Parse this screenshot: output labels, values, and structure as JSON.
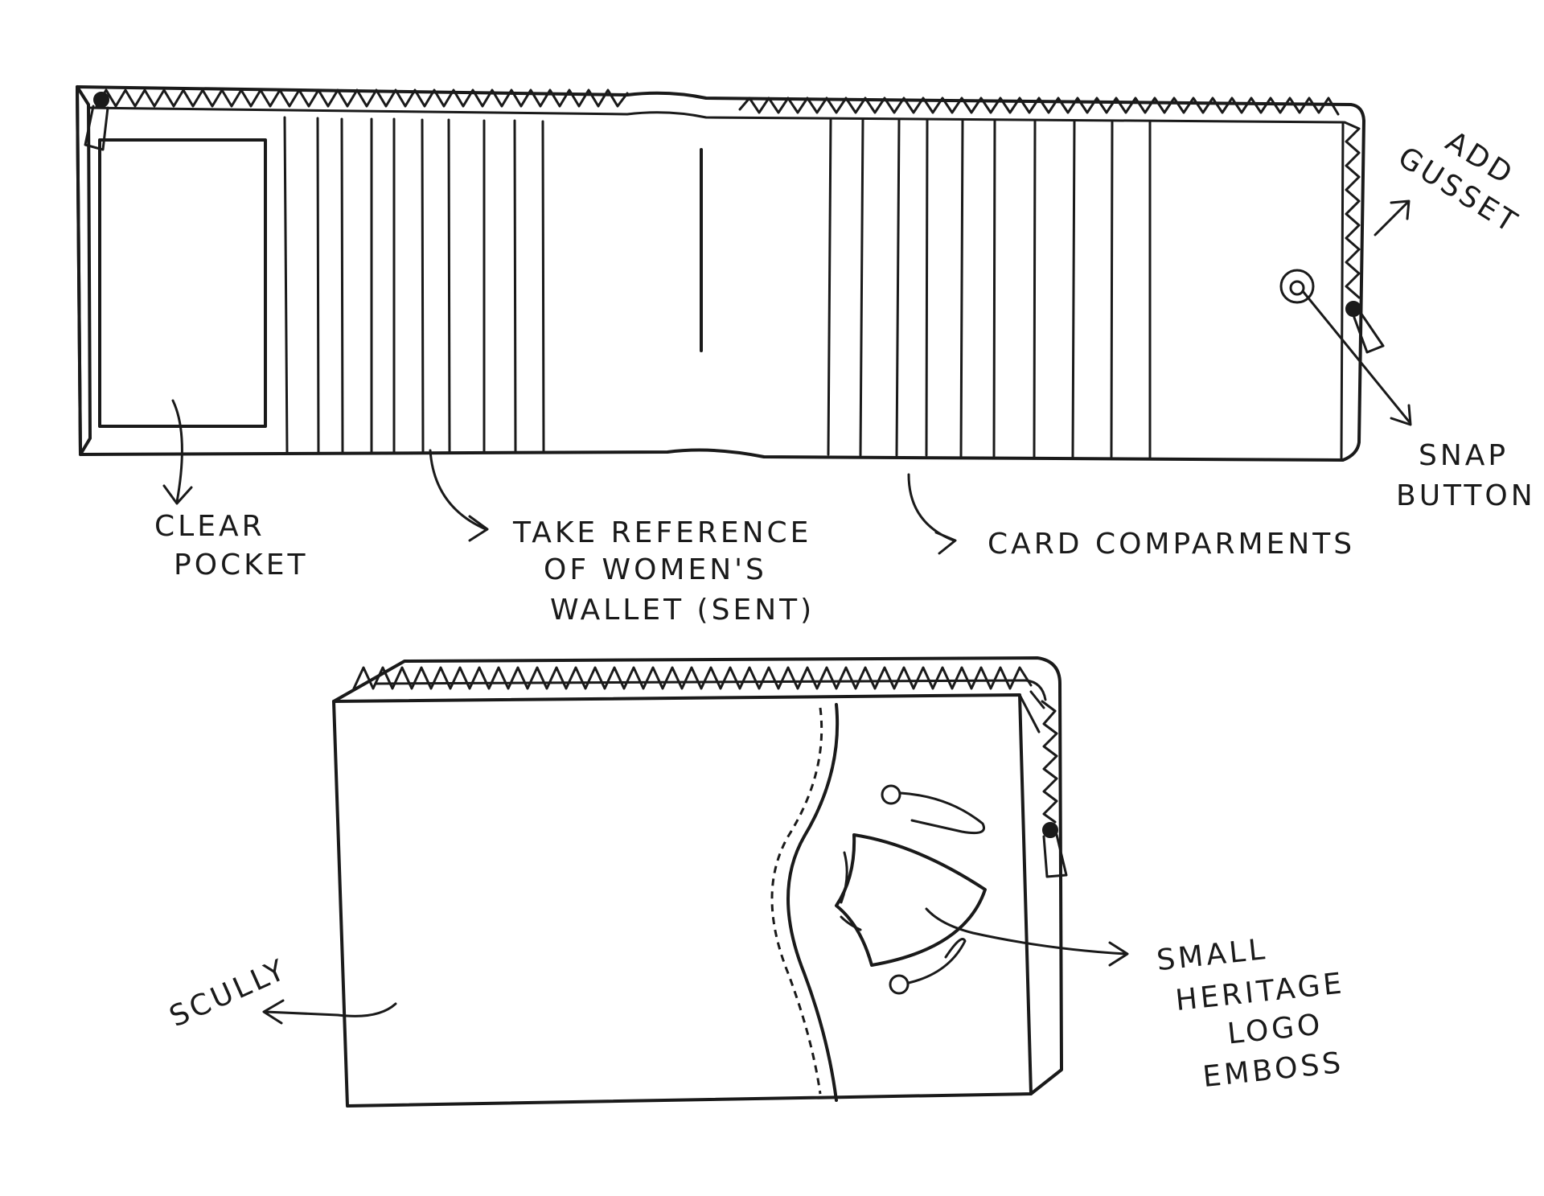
{
  "annotations": {
    "clear_pocket": [
      "CLEAR",
      "POCKET"
    ],
    "take_reference": [
      "TAKE REFERENCE",
      "OF WOMEN'S",
      "WALLET (SENT)"
    ],
    "card_compartments": [
      "CARD COMPARMENTS"
    ],
    "add_gusset": [
      "ADD",
      "GUSSET"
    ],
    "snap_button": [
      "SNAP",
      "BUTTON"
    ],
    "scully": [
      "SCULLY"
    ],
    "logo_emboss": [
      "SMALL",
      "HERITAGE",
      "LOGO",
      "EMBOSS"
    ]
  },
  "colors": {
    "ink": "#1a1a1a",
    "paper": "#ffffff"
  }
}
